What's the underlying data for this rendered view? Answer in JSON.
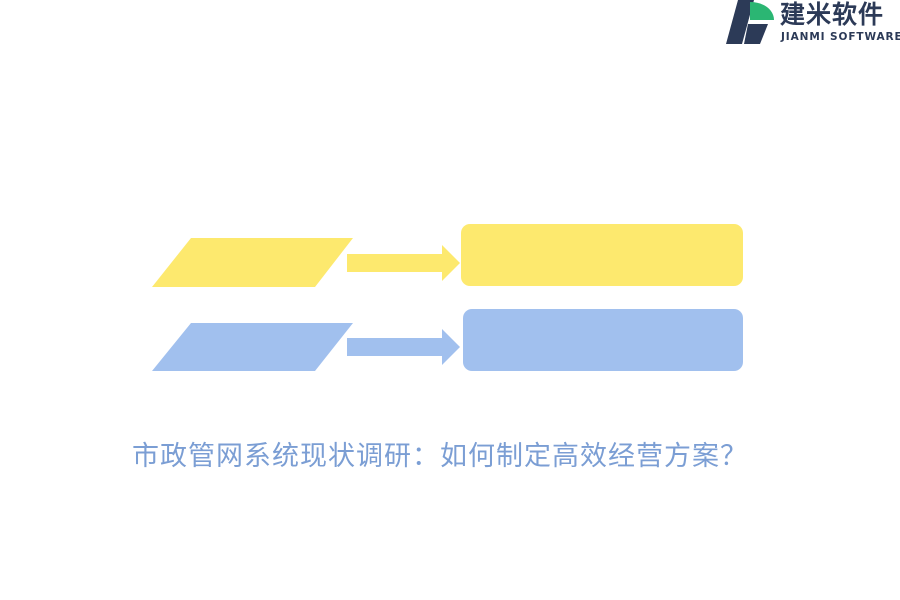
{
  "logo": {
    "name_cn": "建米软件",
    "name_en": "JIANMI SOFTWARE"
  },
  "colors": {
    "yellow": "#fde96e",
    "blue": "#a1c0ee",
    "caption": "#7b9ed4",
    "logo_dark": "#2c3a57",
    "logo_green": "#2bb673"
  },
  "rows": [
    {
      "color": "yellow",
      "shape_left": "parallelogram",
      "connector": "arrow-right",
      "shape_right": "rounded-rectangle"
    },
    {
      "color": "blue",
      "shape_left": "parallelogram",
      "connector": "arrow-right",
      "shape_right": "rounded-rectangle"
    }
  ],
  "caption": "市政管网系统现状调研：如何制定高效经营方案？"
}
